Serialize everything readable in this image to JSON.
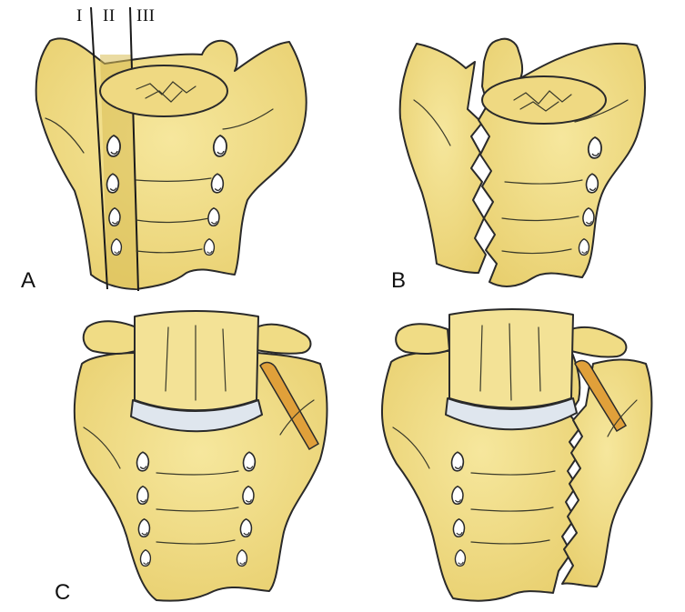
{
  "figure": {
    "panel_labels": [
      "A",
      "B",
      "C"
    ],
    "zone_labels": [
      "I",
      "II",
      "III"
    ]
  },
  "colors": {
    "bone": "#f2df8a",
    "bone_shade": "#e2c86a",
    "zone_ii_band": "#d9bd55",
    "disc": "#dfe6ee",
    "nerve_root": "#e0a03a",
    "outline": "#2a2a2a"
  }
}
